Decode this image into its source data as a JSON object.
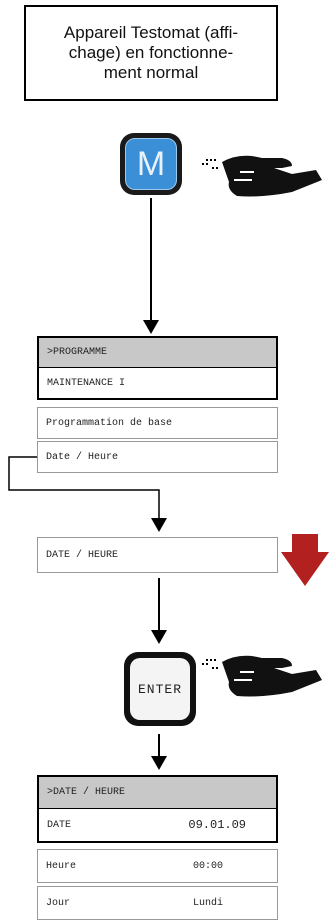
{
  "title_box": {
    "text": "Appareil Testomat (affi-\nchage) en fonctionne-\nment normal"
  },
  "key_m": {
    "label": "M",
    "color": "#3a8fd6"
  },
  "key_enter": {
    "label": "ENTER"
  },
  "menu1": {
    "highlight": ">PROGRAMME",
    "item1": "MAINTENANCE I",
    "item2": "Programmation de base",
    "item3": "Date / Heure"
  },
  "menu2": {
    "item": "DATE / HEURE"
  },
  "menu3": {
    "highlight": ">DATE / HEURE",
    "rows": [
      {
        "label": "DATE",
        "value": "09.01.09"
      },
      {
        "label": "Heure",
        "value": "00:00"
      },
      {
        "label": "Jour",
        "value": "Lundi"
      }
    ]
  },
  "colors": {
    "menu_highlight": "#c8c8c8",
    "red_arrow": "#b32020"
  }
}
